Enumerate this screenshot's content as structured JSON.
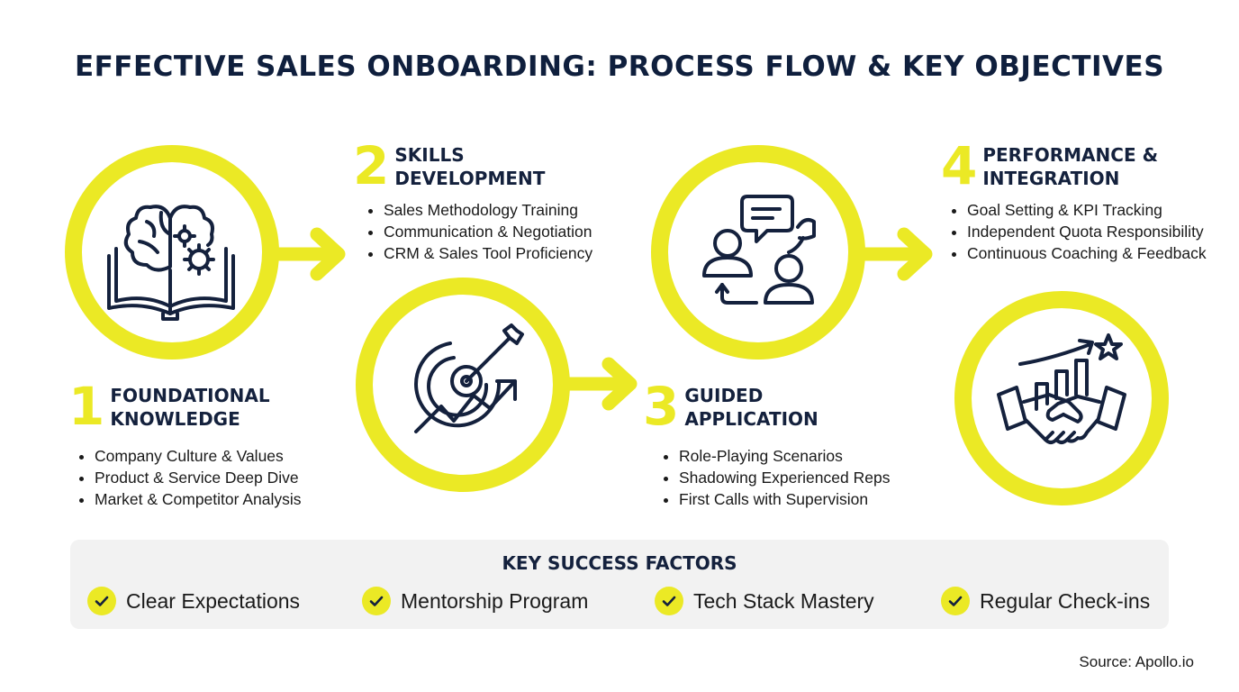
{
  "title": "EFFECTIVE SALES ONBOARDING: PROCESS FLOW & KEY OBJECTIVES",
  "colors": {
    "accent": "#ebe925",
    "ink": "#14213d",
    "panel": "#f2f2f2"
  },
  "steps": [
    {
      "number": "1",
      "title": "FOUNDATIONAL\nKNOWLEDGE",
      "icon": "brain-book-icon",
      "bullets": [
        "Company Culture & Values",
        "Product & Service Deep Dive",
        "Market & Competitor Analysis"
      ]
    },
    {
      "number": "2",
      "title": "SKILLS\nDEVELOPMENT",
      "icon": "target-arrow-icon",
      "bullets": [
        "Sales Methodology Training",
        "Communication & Negotiation",
        "CRM & Sales Tool Proficiency"
      ]
    },
    {
      "number": "3",
      "title": "GUIDED\nAPPLICATION",
      "icon": "people-chat-icon",
      "bullets": [
        "Role-Playing Scenarios",
        "Shadowing Experienced Reps",
        "First Calls with Supervision"
      ]
    },
    {
      "number": "4",
      "title": "PERFORMANCE &\nINTEGRATION",
      "icon": "handshake-growth-icon",
      "bullets": [
        "Goal Setting & KPI Tracking",
        "Independent Quota Responsibility",
        "Continuous Coaching & Feedback"
      ]
    }
  ],
  "success_factors": {
    "title": "KEY SUCCESS FACTORS",
    "items": [
      "Clear Expectations",
      "Mentorship Program",
      "Tech Stack Mastery",
      "Regular Check-ins"
    ]
  },
  "source": "Source: Apollo.io"
}
